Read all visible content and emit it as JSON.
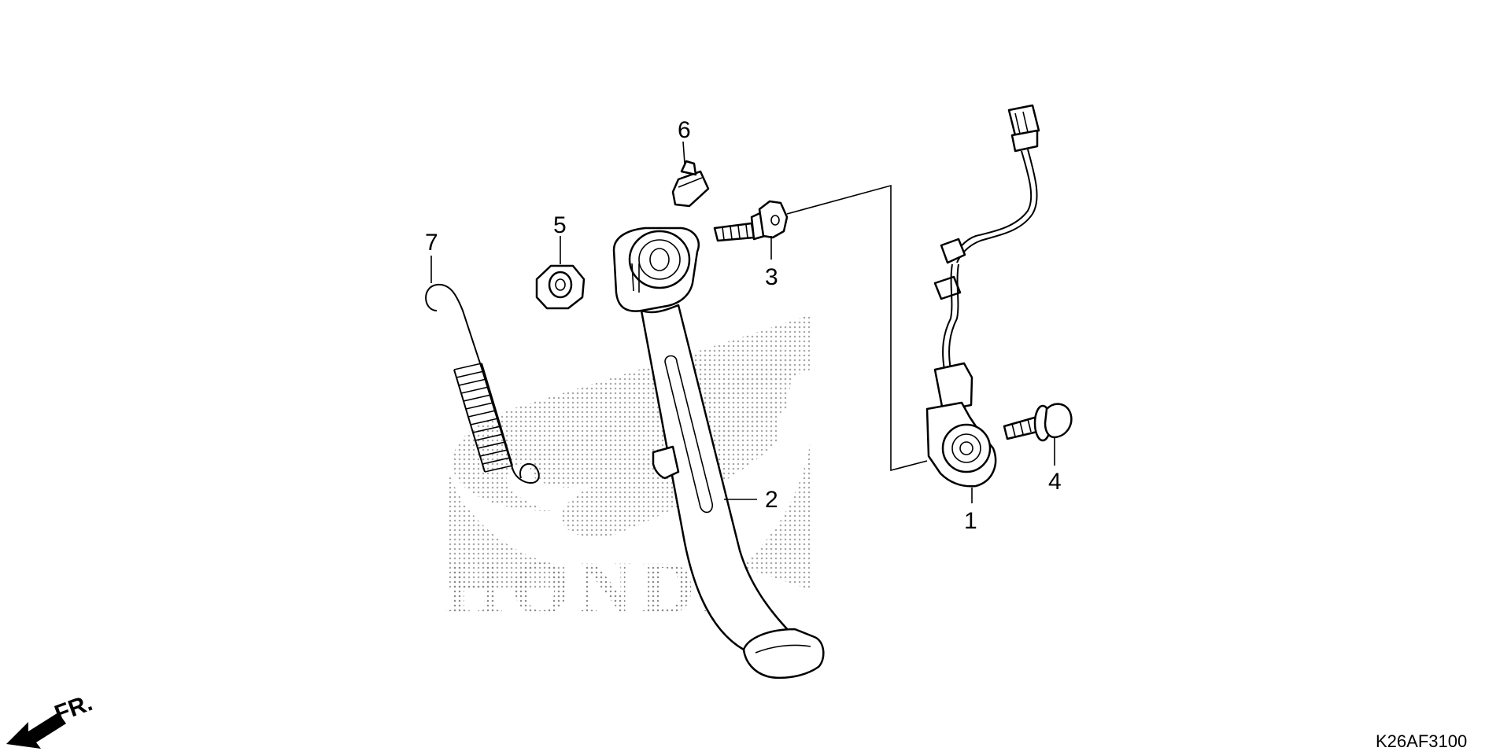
{
  "diagram": {
    "watermark": {
      "text": "HONDA",
      "icon_name": "honda-wing-watermark",
      "color": "#bfbfbf"
    },
    "callouts": [
      {
        "id": "1",
        "label": "1",
        "part": "side-stand-switch"
      },
      {
        "id": "2",
        "label": "2",
        "part": "side-stand"
      },
      {
        "id": "3",
        "label": "3",
        "part": "pivot-bolt"
      },
      {
        "id": "4",
        "label": "4",
        "part": "flange-bolt"
      },
      {
        "id": "5",
        "label": "5",
        "part": "lock-nut"
      },
      {
        "id": "6",
        "label": "6",
        "part": "rubber-stopper"
      },
      {
        "id": "7",
        "label": "7",
        "part": "stand-spring"
      }
    ],
    "orientation": {
      "label": "FR.",
      "icon_name": "front-direction-arrow-icon"
    },
    "catalog_code": "K26AF3100"
  }
}
